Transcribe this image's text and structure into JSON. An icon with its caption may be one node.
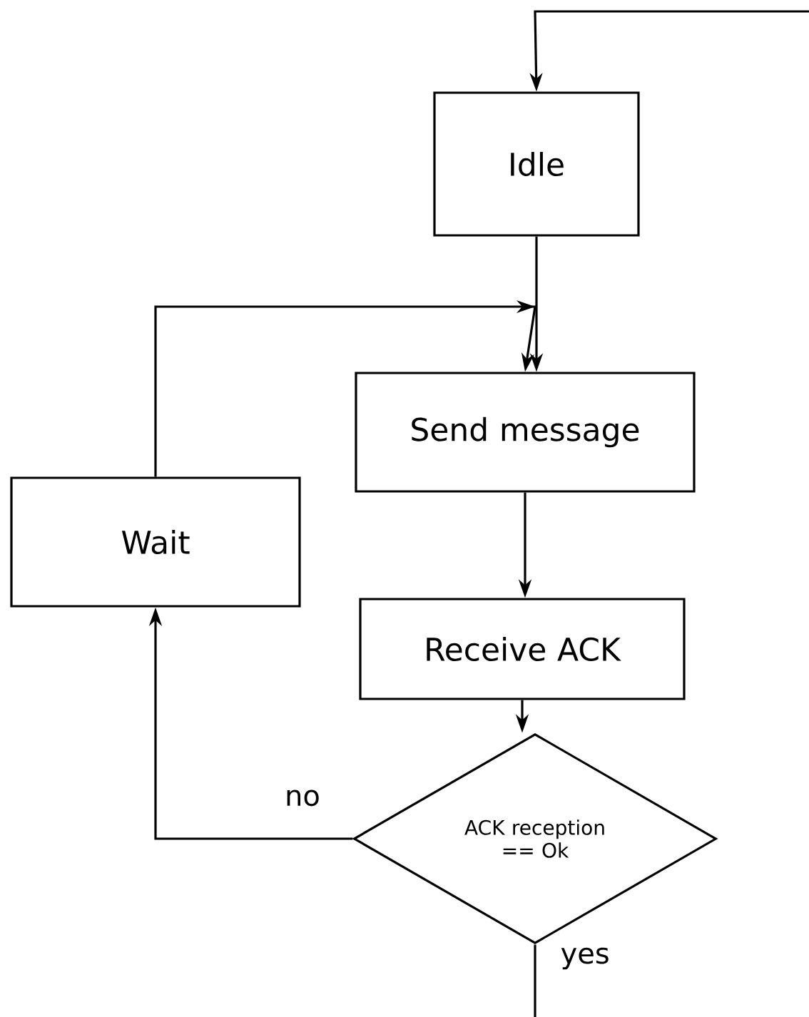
{
  "diagram": {
    "nodes": [
      {
        "text": [
          "Idle"
        ]
      },
      {
        "text": [
          "Send message"
        ]
      },
      {
        "text": [
          "Wait"
        ]
      },
      {
        "text": [
          "Receive ACK"
        ]
      },
      {
        "text": [
          "ACK reception == Ok"
        ]
      }
    ],
    "edges": [
      {
        "from": null,
        "to": 0,
        "arrow": "to"
      },
      {
        "from": 0,
        "to": 1,
        "arrow": "to"
      },
      {
        "from": 2,
        "to": 1,
        "arrow": "to"
      },
      {
        "from": 1,
        "to": 3,
        "arrow": "to"
      },
      {
        "from": 3,
        "to": 4,
        "arrow": "to"
      },
      {
        "from": 4,
        "to": 2,
        "arrow": "to",
        "label": "no"
      },
      {
        "from": 4,
        "to": null,
        "arrow": "none",
        "label": "yes"
      }
    ]
  }
}
